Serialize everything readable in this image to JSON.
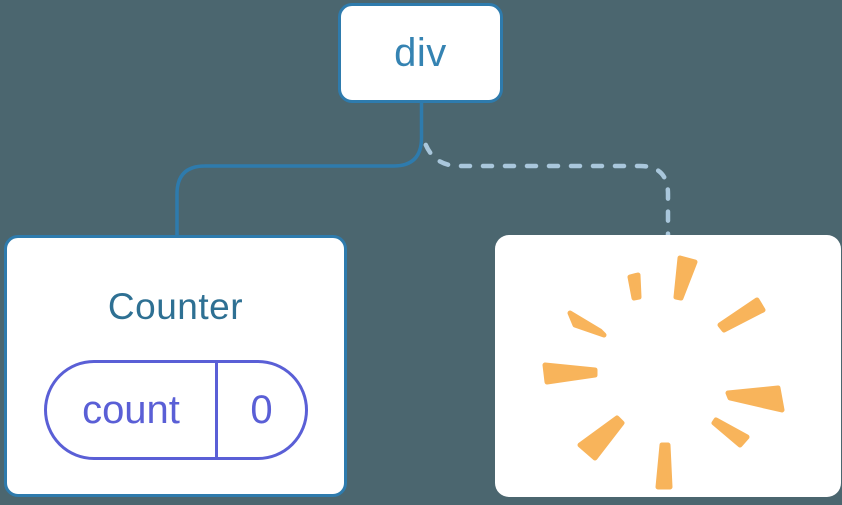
{
  "diagram": {
    "description": "component tree with root div, Counter child with preserved state, and removed child shown as poof burst",
    "background_color": "#4b666f",
    "root_node": {
      "label": "div"
    },
    "counter_card": {
      "title": "Counter",
      "state_pill": {
        "key": "count",
        "value": "0"
      }
    },
    "poof_card": {
      "icon": "poof-burst"
    },
    "connectors": [
      {
        "from": "root-node",
        "to": "counter-card",
        "style": "solid"
      },
      {
        "from": "root-node",
        "to": "poof-card",
        "style": "dashed"
      }
    ],
    "colors": {
      "background": "#4b666f",
      "card_white": "#ffffff",
      "node_border_blue": "#2e7bad",
      "div_label_blue": "#3583b2",
      "counter_title_blue": "#2e7093",
      "state_purple": "#5a5fd6",
      "dashed_connector_blue": "#a9c7dc",
      "poof_amber": "#f8b45b"
    }
  }
}
